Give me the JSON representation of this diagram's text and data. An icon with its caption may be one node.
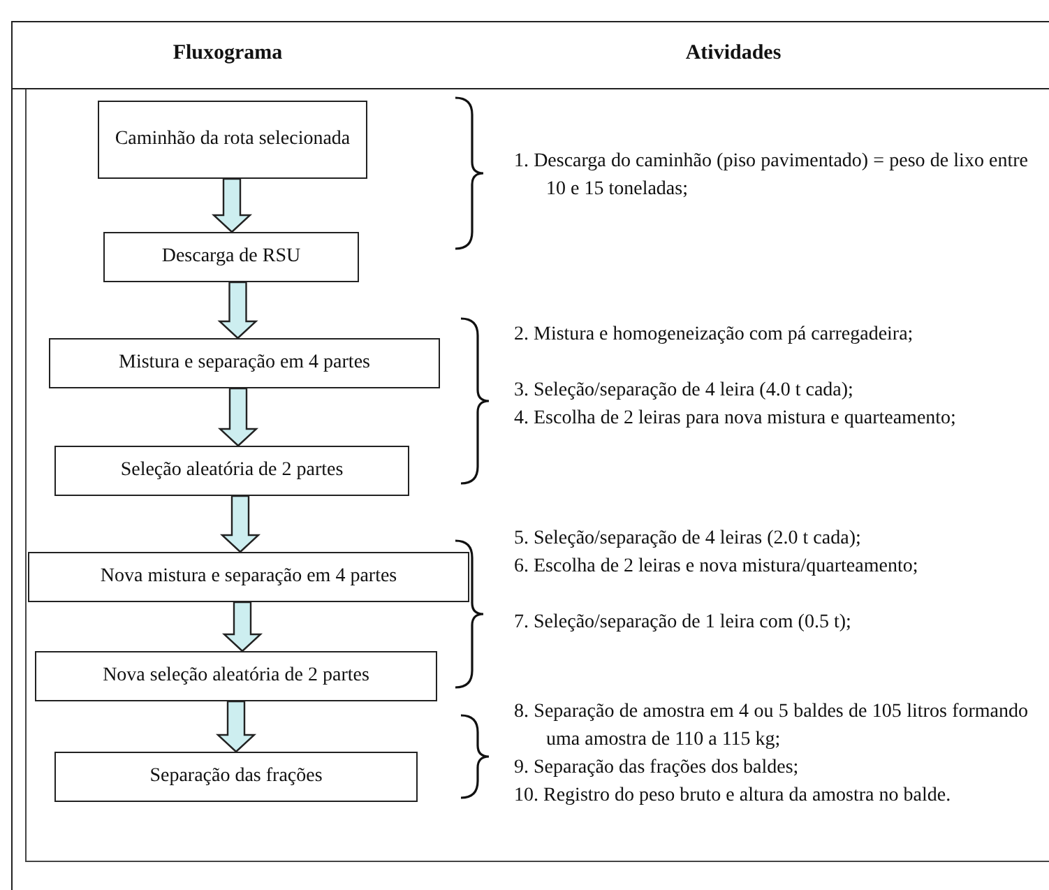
{
  "diagram": {
    "nodes": [
      {
        "text": [
          "Caminhão da rota selecionada"
        ]
      },
      {
        "text": [
          "Descarga de RSU"
        ]
      },
      {
        "text": [
          "Mistura e separação em 4 partes"
        ]
      },
      {
        "text": [
          "Seleção aleatória de 2 partes"
        ]
      },
      {
        "text": [
          "Nova mistura e separação em 4 partes"
        ]
      },
      {
        "text": [
          "Nova seleção aleatória de 2 partes"
        ]
      },
      {
        "text": [
          "Separação das frações"
        ]
      }
    ],
    "edges": [
      {
        "from": 0,
        "to": 1,
        "arrow": "to",
        "style": "thick"
      },
      {
        "from": 1,
        "to": 2,
        "arrow": "to",
        "style": "thick"
      },
      {
        "from": 2,
        "to": 3,
        "arrow": "to",
        "style": "thick"
      },
      {
        "from": 3,
        "to": 4,
        "arrow": "to",
        "style": "thick"
      },
      {
        "from": 4,
        "to": 5,
        "arrow": "to",
        "style": "thick"
      },
      {
        "from": 5,
        "to": 6,
        "arrow": "to",
        "style": "thick"
      }
    ],
    "labels": [
      "Fluxograma",
      "Atividades",
      "1. Descarga do caminhão (piso pavimentado) = peso de lixo entre 10 e 15 toneladas;",
      "2. Mistura e homogeneização com pá carregadeira;",
      "3. Seleção/separação de 4 leira (4.0 t cada);",
      "4. Escolha de 2 leiras para nova mistura e quarteamento;",
      "5. Seleção/separação de 4 leiras (2.0 t cada);",
      "6. Escolha de 2 leiras e nova mistura/quarteamento;",
      "7. Seleção/separação de 1 leira com (0.5 t);",
      "8. Separação de amostra em 4 ou 5 baldes de 105 litros formando uma amostra de 110 a 115 kg;",
      "9. Separação das frações dos baldes;",
      "10. Registro do peso bruto e altura da amostra no balde."
    ]
  }
}
